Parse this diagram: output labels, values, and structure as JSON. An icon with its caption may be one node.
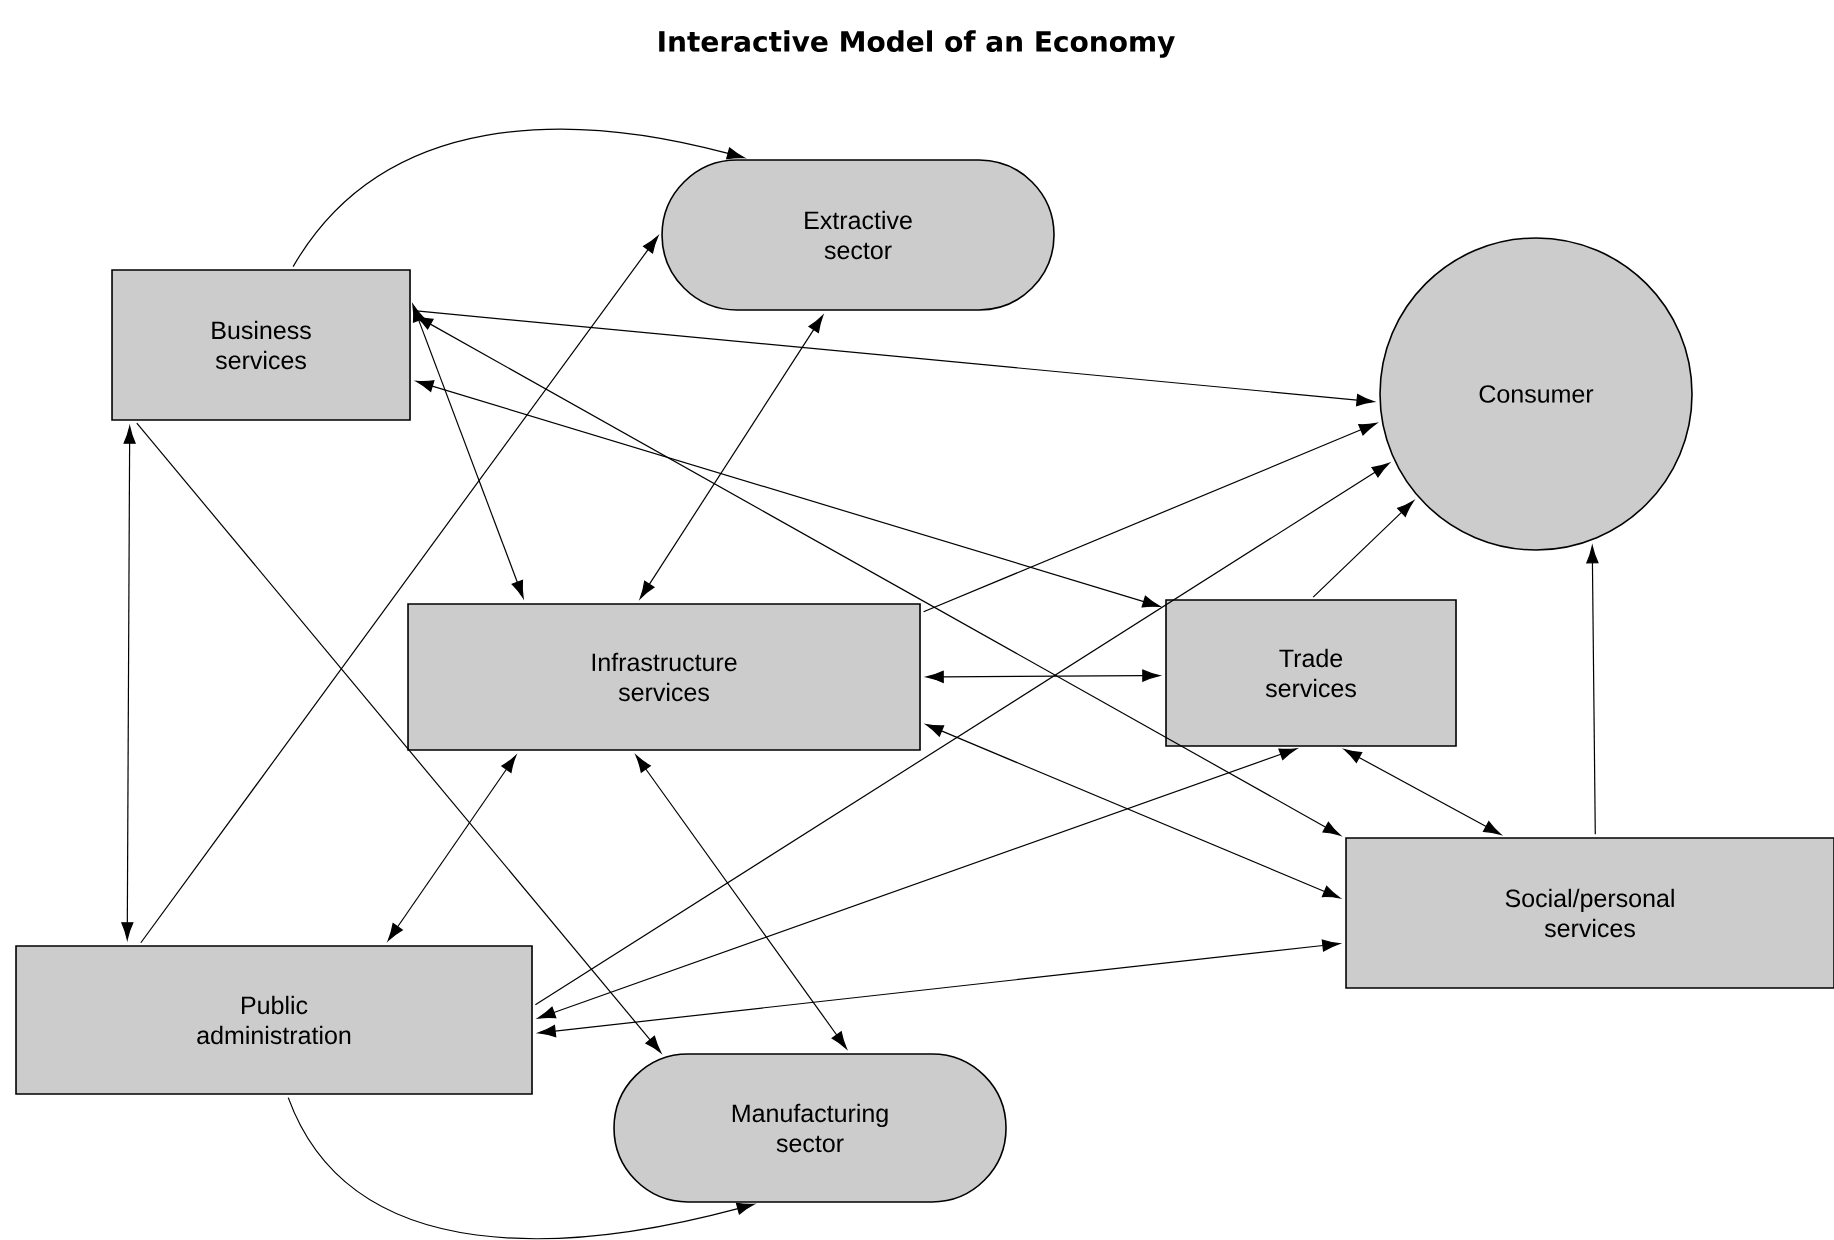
{
  "diagram": {
    "title": "Interactive Model of an Economy",
    "nodes": [
      {
        "text": [
          "Business services"
        ]
      },
      {
        "text": [
          "Extractive sector"
        ]
      },
      {
        "text": [
          "Consumer"
        ]
      },
      {
        "text": [
          "Infrastructure services"
        ]
      },
      {
        "text": [
          "Trade services"
        ]
      },
      {
        "text": [
          "Public administration"
        ]
      },
      {
        "text": [
          "Social/personal services"
        ]
      },
      {
        "text": [
          "Manufacturing sector"
        ]
      }
    ],
    "edges": [
      {
        "from": 0,
        "to": 1,
        "arrow": "to"
      },
      {
        "from": 0,
        "to": 2,
        "arrow": "to"
      },
      {
        "from": 0,
        "to": 6,
        "arrow": "both"
      },
      {
        "from": 0,
        "to": 4,
        "arrow": "both"
      },
      {
        "from": 0,
        "to": 3,
        "arrow": "both"
      },
      {
        "from": 1,
        "to": 3,
        "arrow": "both"
      },
      {
        "from": 0,
        "to": 5,
        "arrow": "both"
      },
      {
        "from": 0,
        "to": 7,
        "arrow": "to"
      },
      {
        "from": 5,
        "to": 1,
        "arrow": "to"
      },
      {
        "from": 5,
        "to": 3,
        "arrow": "both"
      },
      {
        "from": 3,
        "to": 7,
        "arrow": "both"
      },
      {
        "from": 5,
        "to": 7,
        "arrow": "to"
      },
      {
        "from": 3,
        "to": 4,
        "arrow": "both"
      },
      {
        "from": 3,
        "to": 2,
        "arrow": "to"
      },
      {
        "from": 5,
        "to": 2,
        "arrow": "to"
      },
      {
        "from": 4,
        "to": 2,
        "arrow": "to"
      },
      {
        "from": 6,
        "to": 2,
        "arrow": "to"
      },
      {
        "from": 4,
        "to": 6,
        "arrow": "both"
      },
      {
        "from": 3,
        "to": 6,
        "arrow": "both"
      },
      {
        "from": 5,
        "to": 4,
        "arrow": "both"
      },
      {
        "from": 5,
        "to": 6,
        "arrow": "both"
      }
    ]
  }
}
